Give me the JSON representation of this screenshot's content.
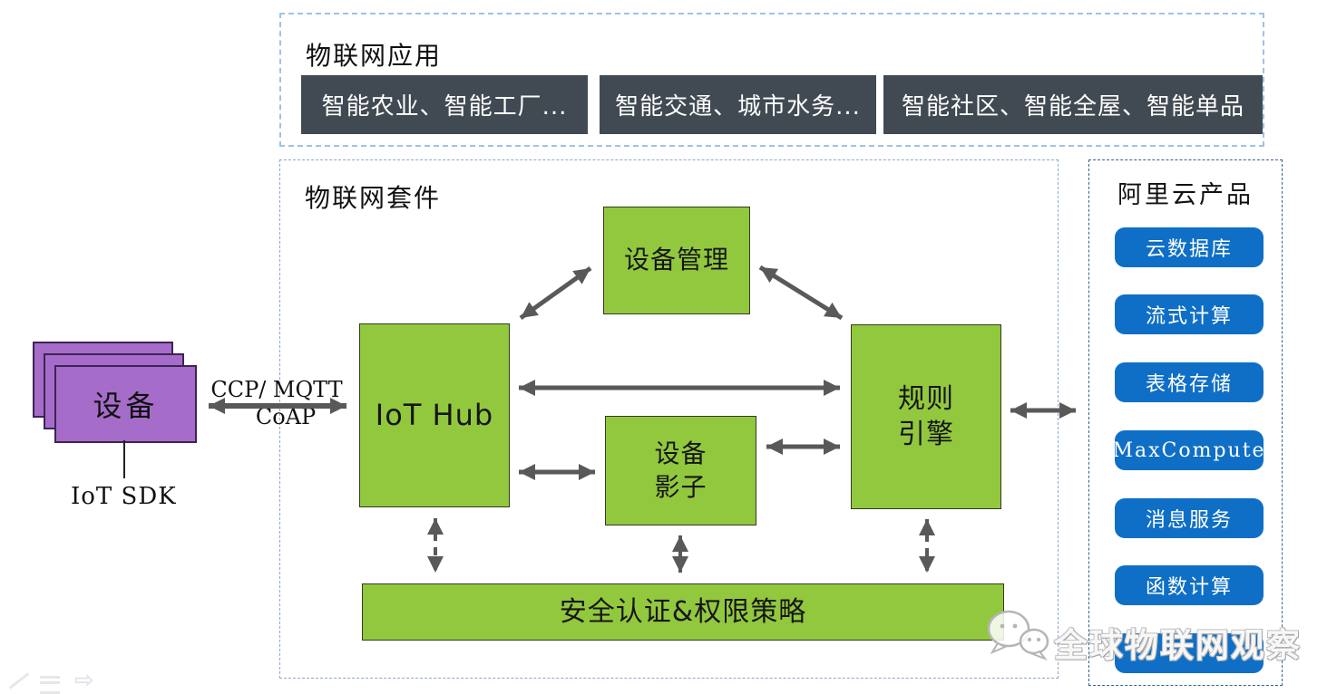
{
  "colors": {
    "node_green": "#92c83e",
    "app_box_dark": "#414a52",
    "product_blue": "#0f6fc6",
    "device_purple": "#a56cc9",
    "arrow_gray": "#595959",
    "dashed_border_blue": "#9dc3e6"
  },
  "iot_applications": {
    "title": "物联网应用",
    "apps": [
      "智能农业、智能工厂...",
      "智能交通、城市水务...",
      "智能社区、智能全屋、智能单品"
    ]
  },
  "iot_suite": {
    "title": "物联网套件",
    "device_management": "设备管理",
    "iot_hub": "IoT Hub",
    "device_shadow_line1": "设备",
    "device_shadow_line2": "影子",
    "rules_engine_line1": "规则",
    "rules_engine_line2": "引擎",
    "security_bar": "安全认证&权限策略"
  },
  "devices": {
    "label": "设备",
    "sdk_label": "IoT SDK",
    "protocol_line1": "CCP/ MQTT",
    "protocol_line2": "CoAP"
  },
  "aliyun": {
    "title": "阿里云产品",
    "products": [
      "云数据库",
      "流式计算",
      "表格存储",
      "MaxCompute",
      "消息服务",
      "函数计算",
      ""
    ]
  },
  "watermark": {
    "text": "全球物联网观察"
  }
}
